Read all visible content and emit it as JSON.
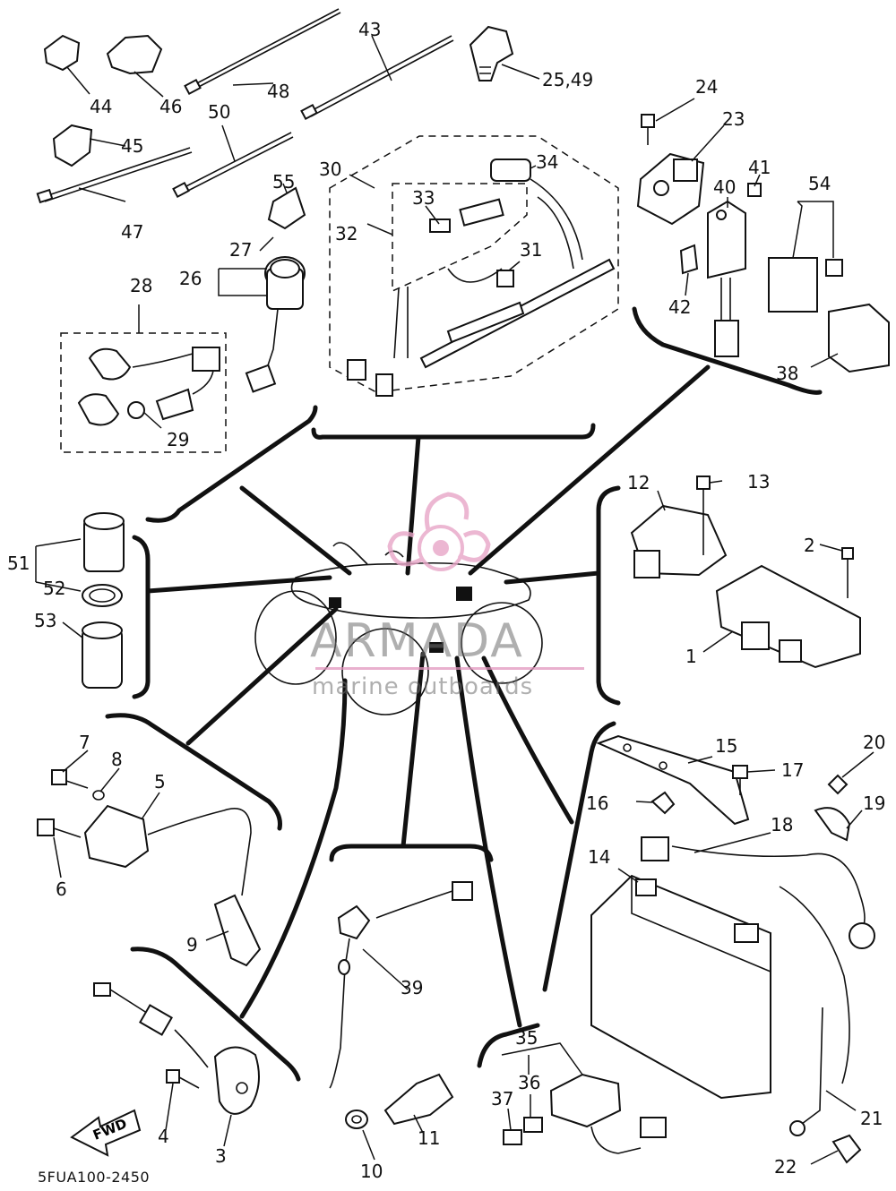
{
  "diagram_code": "5FUA100-2450",
  "watermark": {
    "title": "ARMADA",
    "subtitle": "marine outboards",
    "colors": {
      "logo": "#e8a6c8",
      "text": "#8a8a8a"
    }
  },
  "fwd_label": "FWD",
  "callouts": [
    {
      "id": "c1",
      "text": "1"
    },
    {
      "id": "c2",
      "text": "2"
    },
    {
      "id": "c3",
      "text": "3"
    },
    {
      "id": "c4",
      "text": "4"
    },
    {
      "id": "c5",
      "text": "5"
    },
    {
      "id": "c6",
      "text": "6"
    },
    {
      "id": "c7",
      "text": "7"
    },
    {
      "id": "c8",
      "text": "8"
    },
    {
      "id": "c9",
      "text": "9"
    },
    {
      "id": "c10",
      "text": "10"
    },
    {
      "id": "c11",
      "text": "11"
    },
    {
      "id": "c12",
      "text": "12"
    },
    {
      "id": "c13",
      "text": "13"
    },
    {
      "id": "c14",
      "text": "14"
    },
    {
      "id": "c15",
      "text": "15"
    },
    {
      "id": "c16",
      "text": "16"
    },
    {
      "id": "c17",
      "text": "17"
    },
    {
      "id": "c18",
      "text": "18"
    },
    {
      "id": "c19",
      "text": "19"
    },
    {
      "id": "c20",
      "text": "20"
    },
    {
      "id": "c21",
      "text": "21"
    },
    {
      "id": "c22",
      "text": "22"
    },
    {
      "id": "c23",
      "text": "23"
    },
    {
      "id": "c24",
      "text": "24"
    },
    {
      "id": "c25",
      "text": "25,49"
    },
    {
      "id": "c26",
      "text": "26"
    },
    {
      "id": "c27",
      "text": "27"
    },
    {
      "id": "c28",
      "text": "28"
    },
    {
      "id": "c29",
      "text": "29"
    },
    {
      "id": "c30",
      "text": "30"
    },
    {
      "id": "c31",
      "text": "31"
    },
    {
      "id": "c32",
      "text": "32"
    },
    {
      "id": "c33",
      "text": "33"
    },
    {
      "id": "c34",
      "text": "34"
    },
    {
      "id": "c35",
      "text": "35"
    },
    {
      "id": "c36",
      "text": "36"
    },
    {
      "id": "c37",
      "text": "37"
    },
    {
      "id": "c38",
      "text": "38"
    },
    {
      "id": "c39",
      "text": "39"
    },
    {
      "id": "c40",
      "text": "40"
    },
    {
      "id": "c41",
      "text": "41"
    },
    {
      "id": "c42",
      "text": "42"
    },
    {
      "id": "c43",
      "text": "43"
    },
    {
      "id": "c44",
      "text": "44"
    },
    {
      "id": "c45",
      "text": "45"
    },
    {
      "id": "c46",
      "text": "46"
    },
    {
      "id": "c47",
      "text": "47"
    },
    {
      "id": "c48",
      "text": "48"
    },
    {
      "id": "c50",
      "text": "50"
    },
    {
      "id": "c51",
      "text": "51"
    },
    {
      "id": "c52",
      "text": "52"
    },
    {
      "id": "c53",
      "text": "53"
    },
    {
      "id": "c54",
      "text": "54"
    },
    {
      "id": "c55",
      "text": "55"
    }
  ]
}
